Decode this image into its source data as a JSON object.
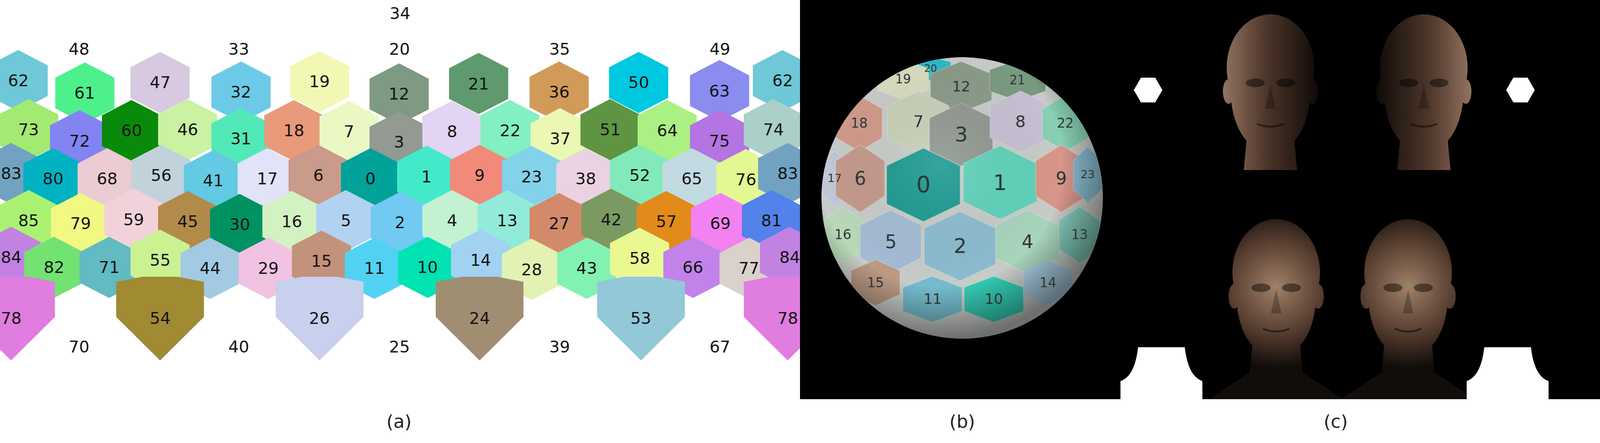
{
  "diagram": {
    "nodes": [
      {
        "text": [
          "34"
        ]
      },
      {
        "text": [
          "48"
        ]
      },
      {
        "text": [
          "33"
        ]
      },
      {
        "text": [
          "20"
        ]
      },
      {
        "text": [
          "35"
        ]
      },
      {
        "text": [
          "49"
        ]
      },
      {
        "text": [
          "62"
        ]
      },
      {
        "text": [
          "61"
        ]
      },
      {
        "text": [
          "47"
        ]
      },
      {
        "text": [
          "32"
        ]
      },
      {
        "text": [
          "19"
        ]
      },
      {
        "text": [
          "12"
        ]
      },
      {
        "text": [
          "21"
        ]
      },
      {
        "text": [
          "36"
        ]
      },
      {
        "text": [
          "50"
        ]
      },
      {
        "text": [
          "63"
        ]
      },
      {
        "text": [
          "62"
        ]
      },
      {
        "text": [
          "73"
        ]
      },
      {
        "text": [
          "72"
        ]
      },
      {
        "text": [
          "60"
        ]
      },
      {
        "text": [
          "46"
        ]
      },
      {
        "text": [
          "31"
        ]
      },
      {
        "text": [
          "18"
        ]
      },
      {
        "text": [
          "7"
        ]
      },
      {
        "text": [
          "3"
        ]
      },
      {
        "text": [
          "8"
        ]
      },
      {
        "text": [
          "22"
        ]
      },
      {
        "text": [
          "37"
        ]
      },
      {
        "text": [
          "51"
        ]
      },
      {
        "text": [
          "64"
        ]
      },
      {
        "text": [
          "75"
        ]
      },
      {
        "text": [
          "74"
        ]
      },
      {
        "text": [
          "83"
        ]
      },
      {
        "text": [
          "80"
        ]
      },
      {
        "text": [
          "68"
        ]
      },
      {
        "text": [
          "56"
        ]
      },
      {
        "text": [
          "41"
        ]
      },
      {
        "text": [
          "17"
        ]
      },
      {
        "text": [
          "6"
        ]
      },
      {
        "text": [
          "0"
        ]
      },
      {
        "text": [
          "1"
        ]
      },
      {
        "text": [
          "9"
        ]
      },
      {
        "text": [
          "23"
        ]
      },
      {
        "text": [
          "38"
        ]
      },
      {
        "text": [
          "52"
        ]
      },
      {
        "text": [
          "65"
        ]
      },
      {
        "text": [
          "76"
        ]
      },
      {
        "text": [
          "83"
        ]
      },
      {
        "text": [
          "85"
        ]
      },
      {
        "text": [
          "79"
        ]
      },
      {
        "text": [
          "59"
        ]
      },
      {
        "text": [
          "45"
        ]
      },
      {
        "text": [
          "30"
        ]
      },
      {
        "text": [
          "16"
        ]
      },
      {
        "text": [
          "5"
        ]
      },
      {
        "text": [
          "2"
        ]
      },
      {
        "text": [
          "4"
        ]
      },
      {
        "text": [
          "13"
        ]
      },
      {
        "text": [
          "27"
        ]
      },
      {
        "text": [
          "42"
        ]
      },
      {
        "text": [
          "57"
        ]
      },
      {
        "text": [
          "69"
        ]
      },
      {
        "text": [
          "81"
        ]
      },
      {
        "text": [
          "84"
        ]
      },
      {
        "text": [
          "82"
        ]
      },
      {
        "text": [
          "71"
        ]
      },
      {
        "text": [
          "55"
        ]
      },
      {
        "text": [
          "44"
        ]
      },
      {
        "text": [
          "29"
        ]
      },
      {
        "text": [
          "15"
        ]
      },
      {
        "text": [
          "11"
        ]
      },
      {
        "text": [
          "10"
        ]
      },
      {
        "text": [
          "14"
        ]
      },
      {
        "text": [
          "28"
        ]
      },
      {
        "text": [
          "43"
        ]
      },
      {
        "text": [
          "58"
        ]
      },
      {
        "text": [
          "66"
        ]
      },
      {
        "text": [
          "77"
        ]
      },
      {
        "text": [
          "84"
        ]
      },
      {
        "text": [
          "78"
        ]
      },
      {
        "text": [
          "54"
        ]
      },
      {
        "text": [
          "26"
        ]
      },
      {
        "text": [
          "24"
        ]
      },
      {
        "text": [
          "53"
        ]
      },
      {
        "text": [
          "78"
        ]
      },
      {
        "text": [
          "70"
        ]
      },
      {
        "text": [
          "40"
        ]
      },
      {
        "text": [
          "25"
        ]
      },
      {
        "text": [
          "39"
        ]
      },
      {
        "text": [
          "67"
        ]
      },
      {
        "text": [
          "20"
        ]
      },
      {
        "text": [
          "19"
        ]
      },
      {
        "text": [
          "12"
        ]
      },
      {
        "text": [
          "21"
        ]
      },
      {
        "text": [
          "18"
        ]
      },
      {
        "text": [
          "7"
        ]
      },
      {
        "text": [
          "3"
        ]
      },
      {
        "text": [
          "8"
        ]
      },
      {
        "text": [
          "22"
        ]
      },
      {
        "text": [
          "17"
        ]
      },
      {
        "text": [
          "6"
        ]
      },
      {
        "text": [
          "0"
        ]
      },
      {
        "text": [
          "1"
        ]
      },
      {
        "text": [
          "9"
        ]
      },
      {
        "text": [
          "23"
        ]
      },
      {
        "text": [
          "16"
        ]
      },
      {
        "text": [
          "5"
        ]
      },
      {
        "text": [
          "2"
        ]
      },
      {
        "text": [
          "4"
        ]
      },
      {
        "text": [
          "13"
        ]
      },
      {
        "text": [
          "15"
        ]
      },
      {
        "text": [
          "11"
        ]
      },
      {
        "text": [
          "10"
        ]
      },
      {
        "text": [
          "14"
        ]
      }
    ],
    "labels": [
      "(a)",
      "(b)",
      "(c)"
    ]
  }
}
